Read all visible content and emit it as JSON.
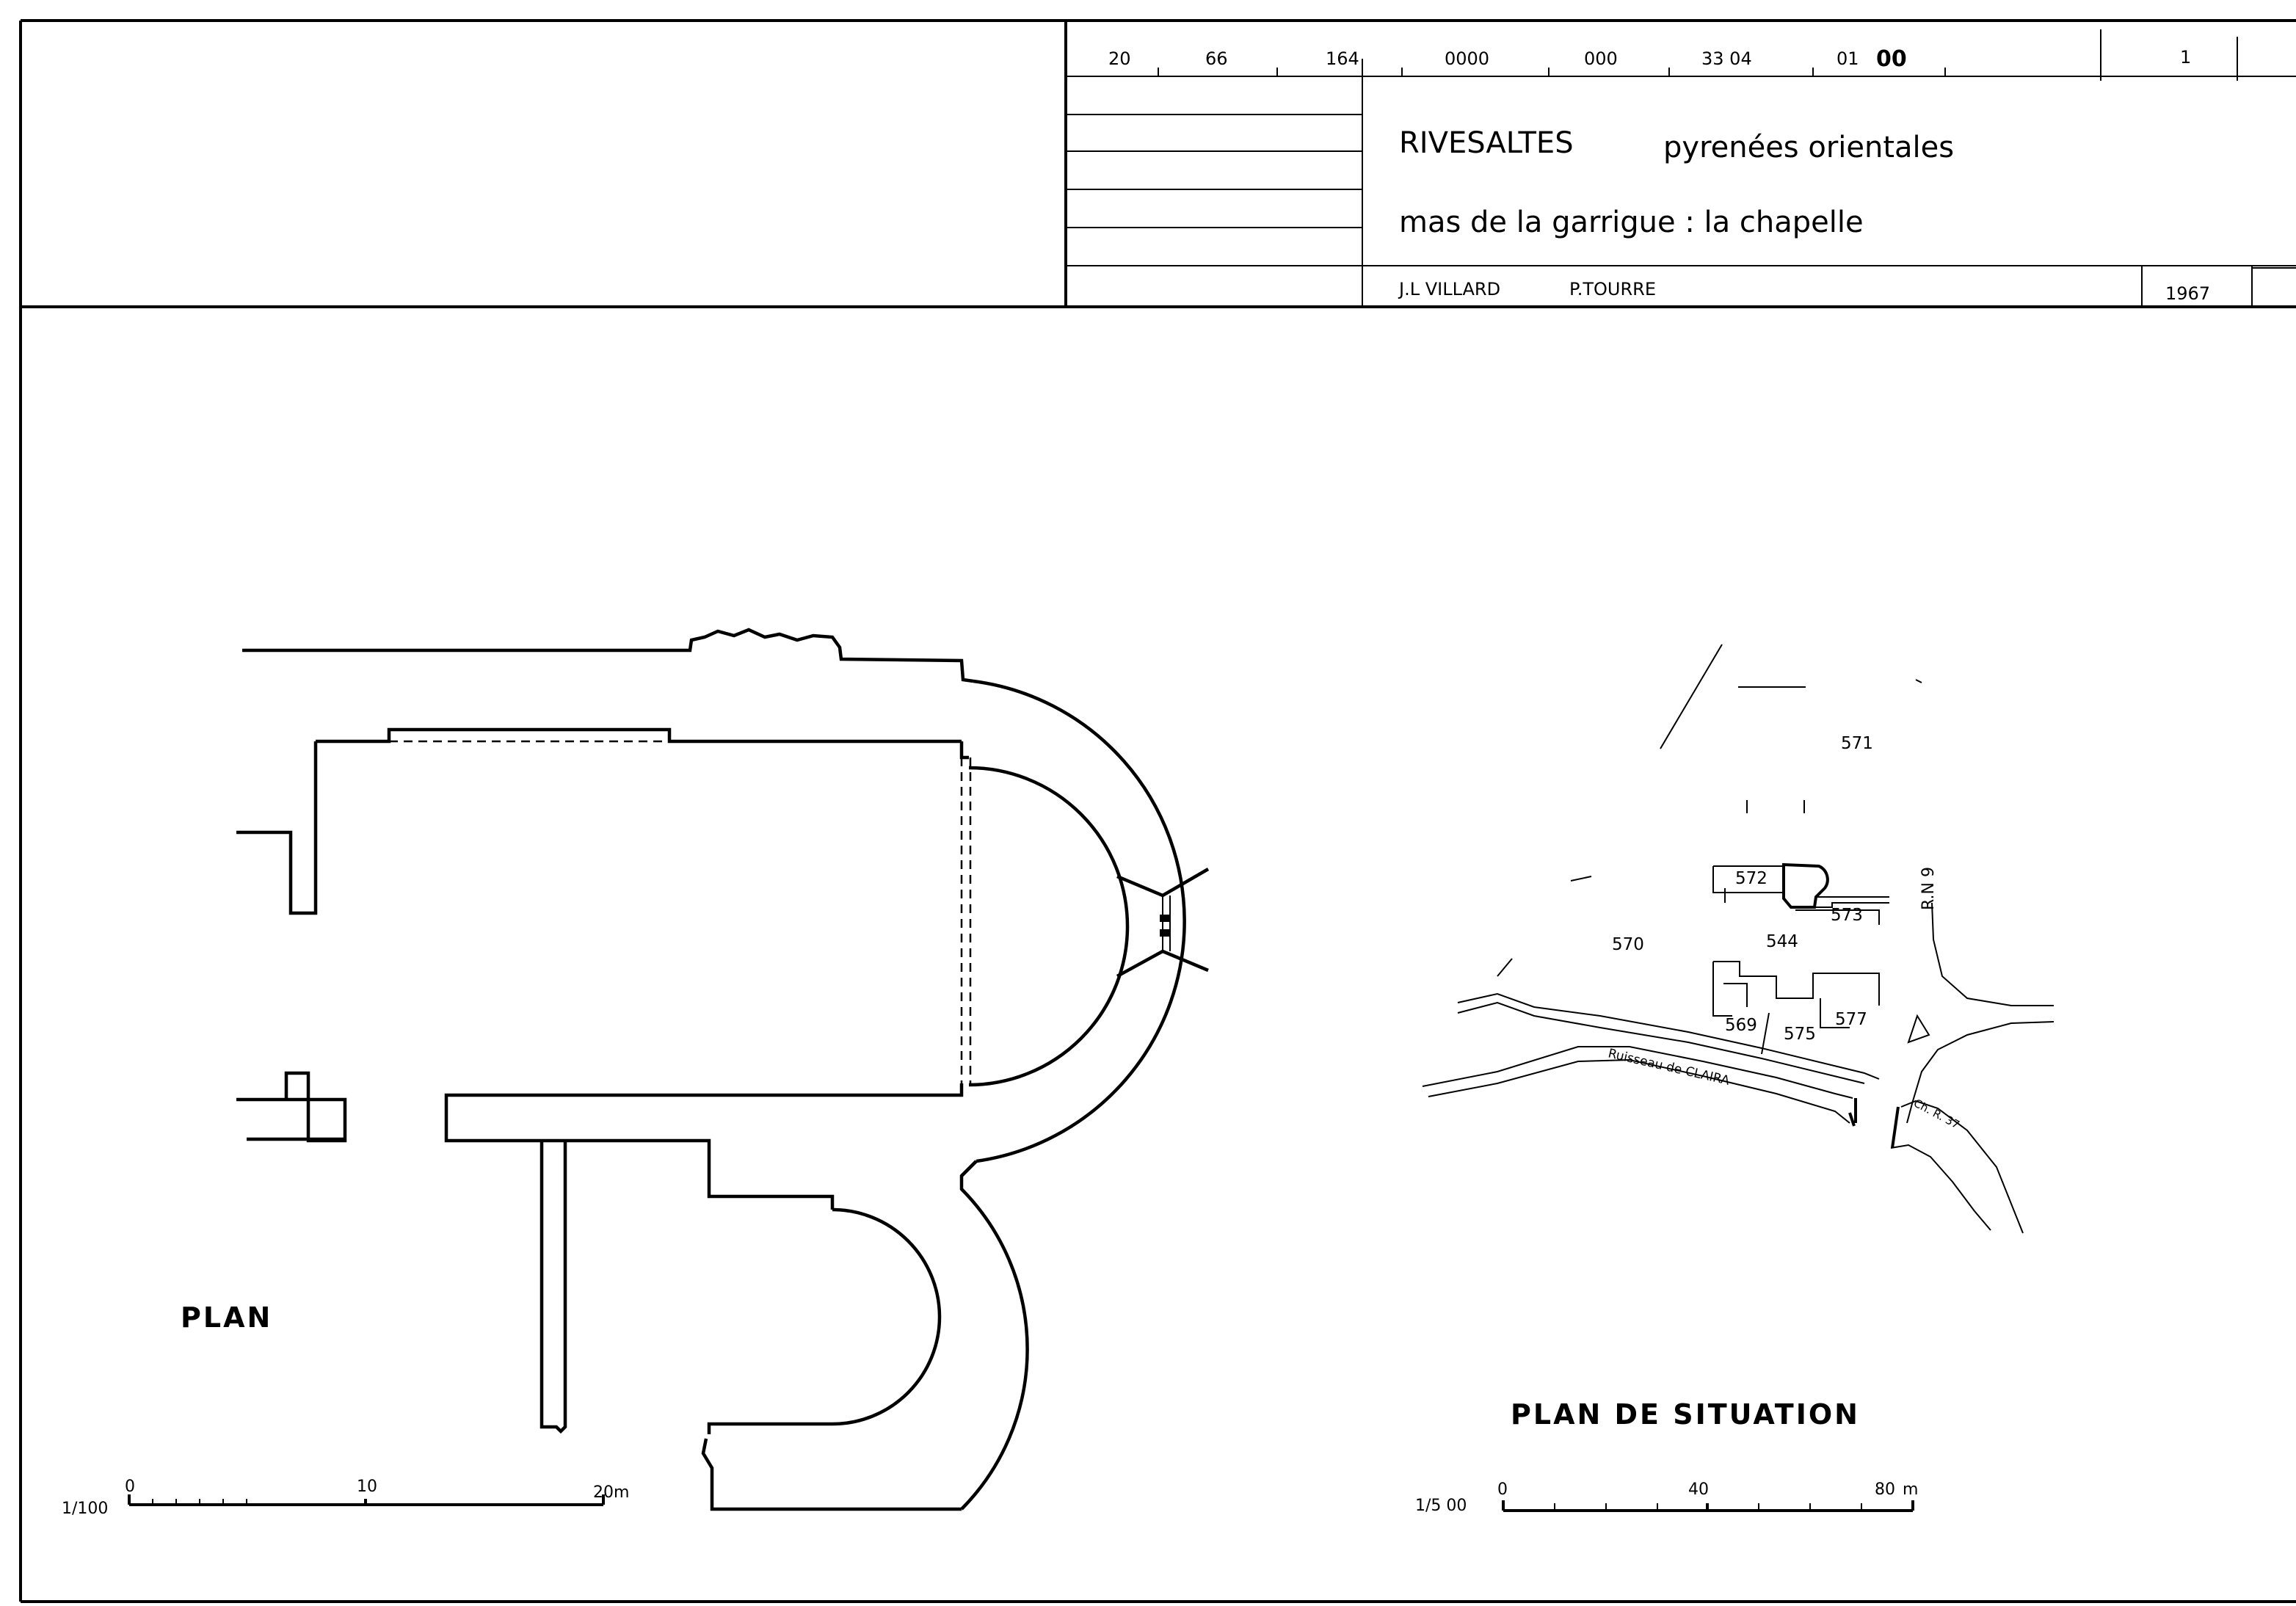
{
  "title_block": {
    "codes": [
      "20",
      "66",
      "164",
      "0000",
      "000",
      "33 04",
      "01",
      "00"
    ],
    "sheet_number": "1",
    "commune": "RIVESALTES",
    "department": "pyrenées orientales",
    "site": "mas de la garrigue : la chapelle",
    "authors": [
      "J.L VILLARD",
      "P.TOURRE"
    ],
    "year": "1967"
  },
  "plan": {
    "label": "PLAN",
    "scale": {
      "ratio": "1/100",
      "ticks": [
        "0",
        "10",
        "20"
      ],
      "unit": "m"
    }
  },
  "situation": {
    "label": "PLAN DE SITUATION",
    "scale": {
      "ratio": "1/5 00",
      "ticks": [
        "0",
        "40",
        "80"
      ],
      "unit": "m"
    },
    "parcels": [
      "571",
      "572",
      "573",
      "544",
      "570",
      "569",
      "575",
      "577"
    ],
    "road_labels": [
      "R.N 9",
      "Ruisseau de CLAIRA",
      "Ch. R. 37"
    ]
  }
}
